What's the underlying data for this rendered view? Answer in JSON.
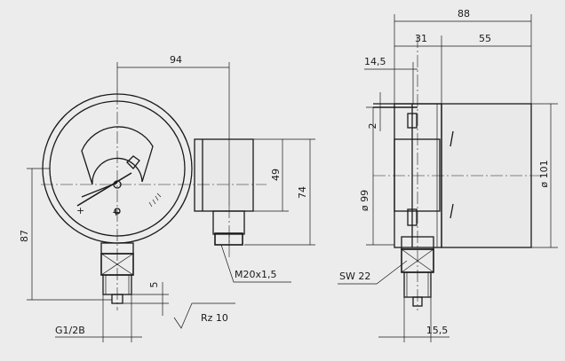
{
  "dimensions": {
    "overall_depth": "88",
    "case_depth": "31",
    "case_body": "55",
    "flange_offset": "14,5",
    "flange_thickness": "2",
    "inner_diameter": "ø 99",
    "outer_diameter": "ø 101",
    "contact_offset": "94",
    "contact_box_height": "49",
    "contact_box_total": "74",
    "gauge_height": "87",
    "thread_length": "5",
    "cable_gland_thread": "M20x1,5",
    "wrench_size": "SW 22",
    "connection_thread": "G1/2B",
    "roughness": "Rz 10",
    "spigot_offset": "15,5"
  },
  "dial": {
    "marker_minus": "+",
    "marker_plus": "+"
  }
}
